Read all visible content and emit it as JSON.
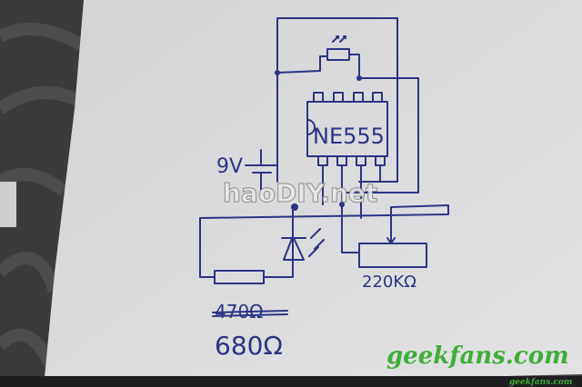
{
  "diagram": {
    "ic_label": "NE555",
    "battery_label": "9V",
    "pot_label": "220KΩ",
    "resistor_old_label": "470Ω",
    "resistor_label": "680Ω"
  },
  "watermarks": {
    "site_main": "geekfans.com",
    "site_small": "geekfans.com",
    "overlay_logo": "haoDIY.net"
  },
  "colors": {
    "ink": "#2b3483",
    "paper": "#d9d9db",
    "watermark": "#3fae3a"
  }
}
